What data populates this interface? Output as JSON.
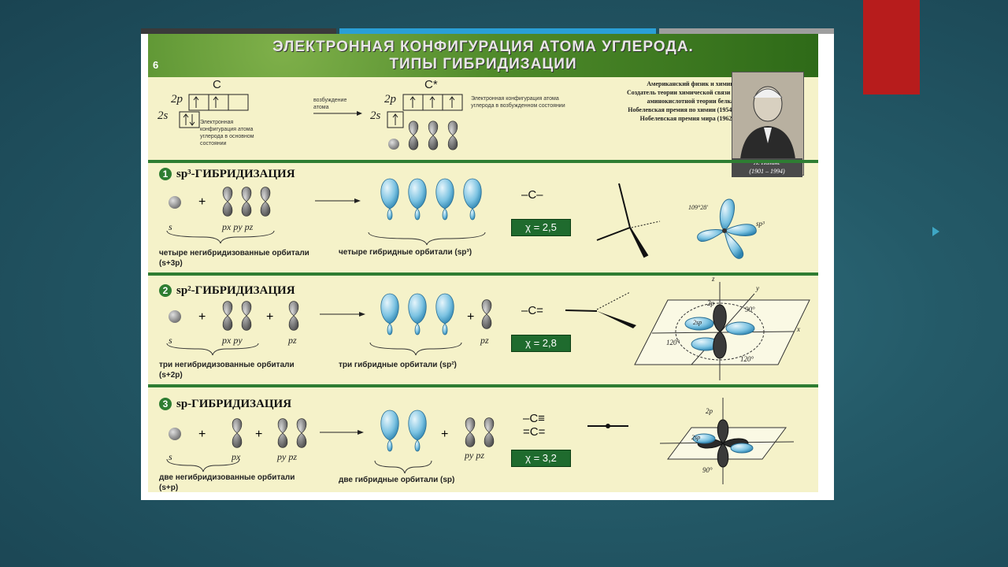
{
  "poster": {
    "number": "6",
    "title_line1": "ЭЛЕКТРОННАЯ КОНФИГУРАЦИЯ АТОМА УГЛЕРОДА.",
    "title_line2": "ТИПЫ ГИБРИДИЗАЦИИ"
  },
  "config": {
    "c_label": "C",
    "c_star_label": "C*",
    "level_2p": "2p",
    "level_2s": "2s",
    "ground_caption": "Электронная конфигурация атома углерода в основном состоянии",
    "excite_caption": "возбуждение атома",
    "excited_caption": "Электронная конфигурация атома углерода в возбужденном состоянии"
  },
  "bio": {
    "text": "Американский физик и химик. Создатель теории химической связи и аминокислотной теории белка. Нобелевская премия по химии (1954). Нобелевская премия мира (1962).",
    "name": "Л. Полинг",
    "years": "(1901 – 1994)"
  },
  "sections": [
    {
      "num": "1",
      "title": "sp³-ГИБРИДИЗАЦИЯ",
      "s_label": "s",
      "p_labels": "px py pz",
      "left_caption": "четыре негибридизованные орбитали (s+3p)",
      "right_caption": "четыре гибридные орбитали (sp³)",
      "formula": "–C–",
      "chi": "χ = 2,5",
      "angle": "109°28'",
      "hyb_label": "sp³"
    },
    {
      "num": "2",
      "title": "sp²-ГИБРИДИЗАЦИЯ",
      "s_label": "s",
      "p_labels": "px py",
      "extra_p": "pz",
      "left_caption": "три негибридизованные орбитали (s+2p)",
      "right_caption": "три гибридные орбитали (sp²)",
      "formula": "–C=",
      "chi": "χ = 2,8",
      "angle_a": "90°",
      "angle_b": "120°",
      "axis_x": "x",
      "axis_y": "y",
      "axis_z": "z",
      "p_orbital": "2p",
      "hyb_label": "2sp"
    },
    {
      "num": "3",
      "title": "sp-ГИБРИДИЗАЦИЯ",
      "s_label": "s",
      "p_labels": "px",
      "extra_p": "py pz",
      "left_caption": "две негибридизованные орбитали (s+p)",
      "right_caption": "две гибридные орбитали (sp)",
      "formula1": "–C≡",
      "formula2": "=C=",
      "chi": "χ = 3,2",
      "angle": "90°",
      "p_orbital": "2p",
      "hyb_label": "2sp"
    }
  ],
  "colors": {
    "header_green": "#4f8a2a",
    "poster_bg": "#f5f2c9",
    "chi_bg": "#1f6b2e",
    "hybrid_blue": "#5fb2d6",
    "accent_red": "#b71c1c"
  }
}
